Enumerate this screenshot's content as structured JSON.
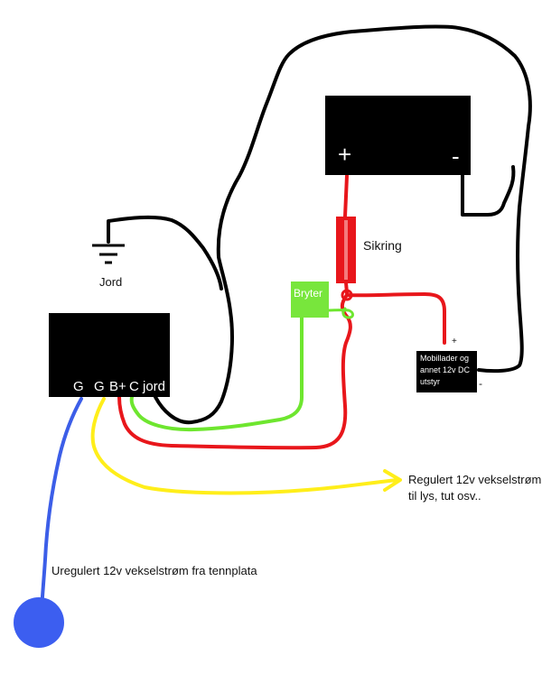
{
  "battery": {
    "plus_label": "+",
    "minus_label": "-"
  },
  "fuse": {
    "label": "Sikring"
  },
  "switch": {
    "label": "Bryter"
  },
  "ground": {
    "label": "Jord"
  },
  "regulator": {
    "terminal_g1": "G",
    "terminal_g2": "G",
    "terminal_bplus": "B+",
    "terminal_c": "C",
    "terminal_jord": "jord"
  },
  "device": {
    "label_line1": "Mobillader og",
    "label_line2": "annet 12v DC",
    "label_line3": "utstyr",
    "plus_label": "+",
    "minus_label": "-"
  },
  "output": {
    "label_line1": "Regulert 12v vekselstrøm",
    "label_line2": "til lys, tut osv.."
  },
  "source": {
    "label": "Uregulert 12v vekselstrøm fra tennplata"
  },
  "colors": {
    "wire_black": "#000000",
    "wire_red": "#e8161b",
    "wire_green": "#6ee62f",
    "wire_yellow": "#ffee1a",
    "wire_blue": "#3c5ee8",
    "fuse_red": "#e8161b",
    "switch_green": "#78e63c",
    "source_blue": "#3c5ef0"
  }
}
